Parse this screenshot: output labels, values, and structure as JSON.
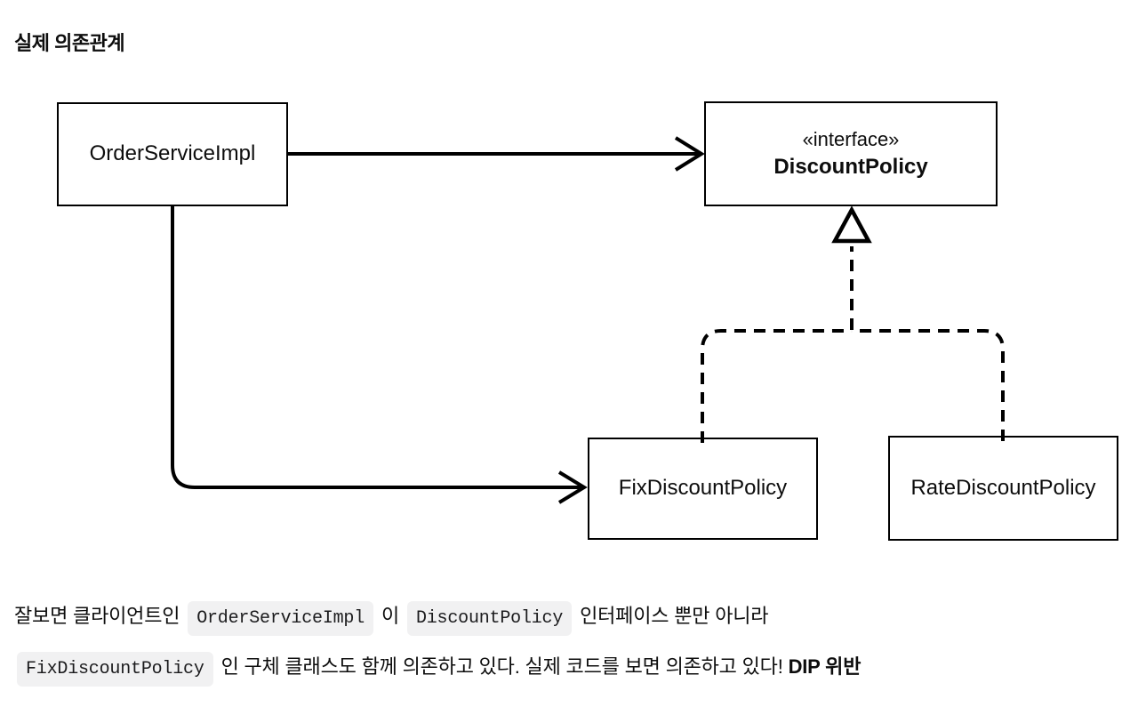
{
  "page": {
    "title": "실제 의존관계"
  },
  "colors": {
    "line": "#000000",
    "text": "#0d0d0d",
    "code_background": "#f1f1f2",
    "background": "#ffffff"
  },
  "diagram": {
    "nodes": [
      {
        "id": "order-service-impl",
        "label": "OrderServiceImpl"
      },
      {
        "id": "discount-policy",
        "stereotype": "«interface»",
        "label": "DiscountPolicy"
      },
      {
        "id": "fix-discount-policy",
        "label": "FixDiscountPolicy"
      },
      {
        "id": "rate-discount-policy",
        "label": "RateDiscountPolicy"
      }
    ],
    "edges": [
      {
        "from": "OrderServiceImpl",
        "to": "DiscountPolicy",
        "type": "dependency",
        "style": "solid-open-arrow"
      },
      {
        "from": "OrderServiceImpl",
        "to": "FixDiscountPolicy",
        "type": "dependency",
        "style": "solid-open-arrow"
      },
      {
        "from": "FixDiscountPolicy",
        "to": "DiscountPolicy",
        "type": "realization",
        "style": "dashed-hollow-triangle"
      },
      {
        "from": "RateDiscountPolicy",
        "to": "DiscountPolicy",
        "type": "realization",
        "style": "dashed-hollow-triangle"
      }
    ]
  },
  "caption": {
    "part1": "잘보면 클라이언트인",
    "code1": "OrderServiceImpl",
    "part2": "이",
    "code2": "DiscountPolicy",
    "part3": "인터페이스 뿐만 아니라",
    "code3": "FixDiscountPolicy",
    "part4": "인 구체 클래스도 함께 의존하고 있다. 실제 코드를 보면 의존하고 있다!",
    "bold1": "DIP 위반"
  }
}
